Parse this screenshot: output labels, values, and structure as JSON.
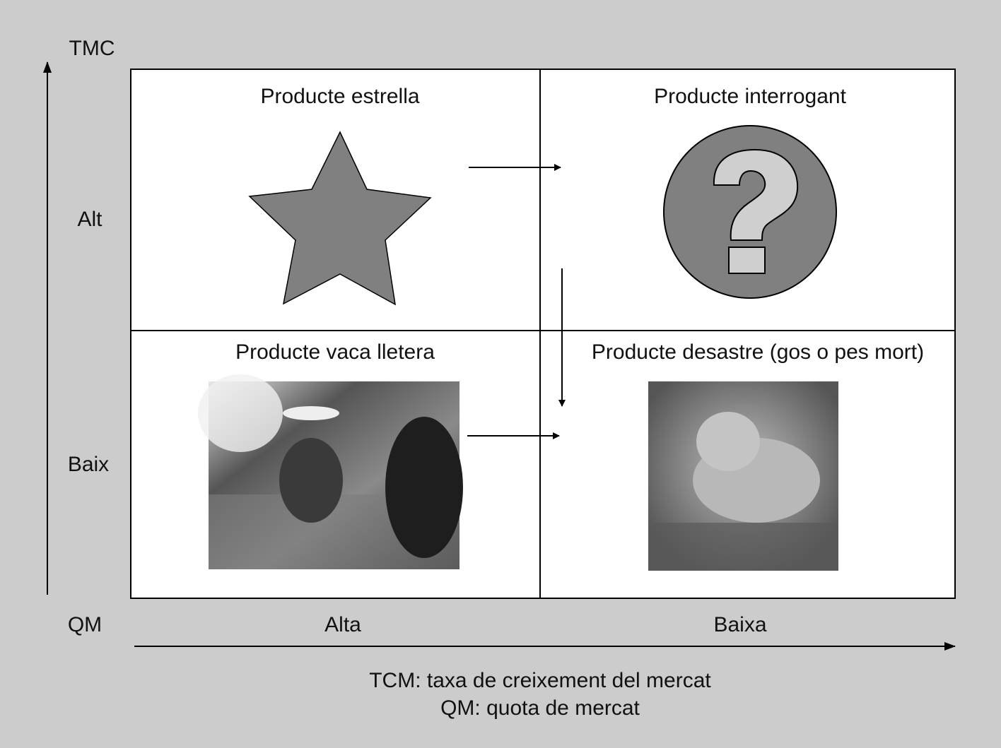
{
  "axes": {
    "y_title": "TMC",
    "y_high": "Alt",
    "y_low": "Baix",
    "x_title": "QM",
    "x_high": "Alta",
    "x_low": "Baixa"
  },
  "quadrants": {
    "star": "Producte estrella",
    "question": "Producte interrogant",
    "cow": "Producte vaca lletera",
    "dog": "Producte desastre (gos o pes mort)"
  },
  "legend": {
    "line1": "TCM: taxa de creixement del mercat",
    "line2": "QM: quota de mercat"
  },
  "colors": {
    "background": "#cccccc",
    "shape_fill": "#808080",
    "question_mark": "#cfcfcf"
  }
}
